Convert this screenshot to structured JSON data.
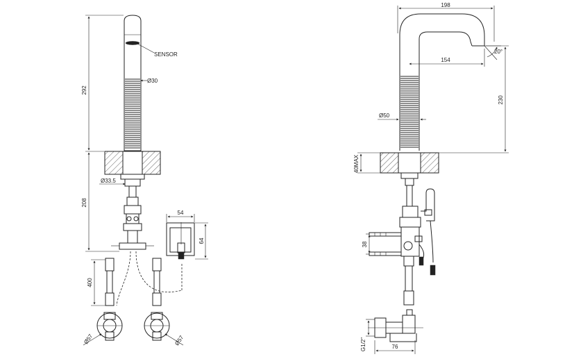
{
  "front_view": {
    "sensor_label": "SENSOR",
    "spout_height": "292",
    "diameter_spout": "Ø30",
    "diameter_shank": "Ø33.5",
    "below_deck_length": "208",
    "box_width": "54",
    "box_height": "64",
    "hose_length": "400",
    "diameter_left_rosette": "Ø57",
    "diameter_right_rosette": "Ø57"
  },
  "side_view": {
    "overall_reach": "198",
    "spout_reach": "154",
    "angle": "20°",
    "height": "230",
    "diameter_body": "Ø50",
    "deck_max": "40MAX",
    "valve_spacing": "38",
    "thread": "G1/2\"",
    "valve_depth": "76"
  }
}
